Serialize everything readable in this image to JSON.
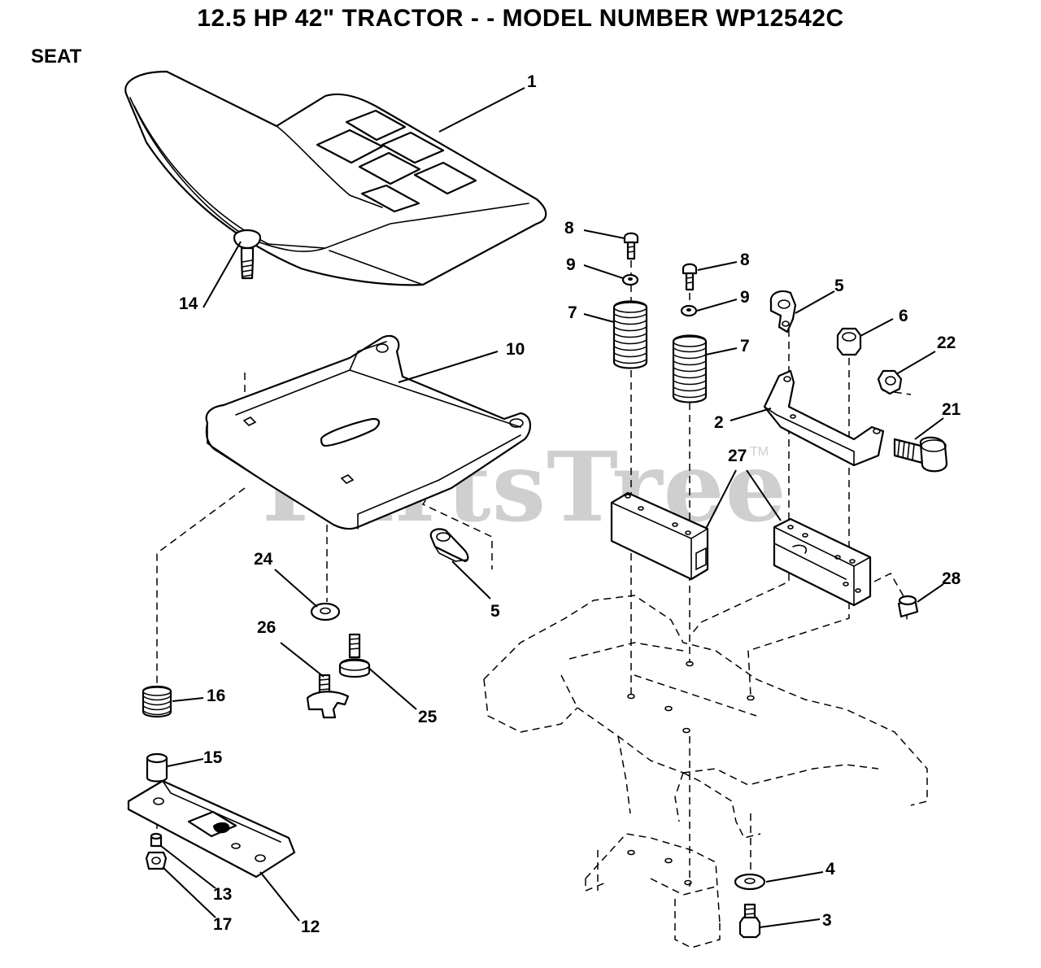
{
  "header": {
    "title": "12.5 HP 42\" TRACTOR - - MODEL NUMBER WP12542C",
    "section": "SEAT"
  },
  "watermark": {
    "text": "PartsTree",
    "mark": "TM"
  },
  "callouts": {
    "c1": "1",
    "c14": "14",
    "c10": "10",
    "c8a": "8",
    "c9a": "9",
    "c7a": "7",
    "c8b": "8",
    "c9b": "9",
    "c7b": "7",
    "c5a": "5",
    "c6": "6",
    "c22": "22",
    "c2": "2",
    "c21": "21",
    "c27": "27",
    "c28": "28",
    "c24": "24",
    "c5b": "5",
    "c26": "26",
    "c25": "25",
    "c16": "16",
    "c15": "15",
    "c13": "13",
    "c17": "17",
    "c12": "12",
    "c4": "4",
    "c3": "3"
  },
  "colors": {
    "line": "#000000",
    "background": "#ffffff",
    "watermark": "#cfcfcf"
  }
}
